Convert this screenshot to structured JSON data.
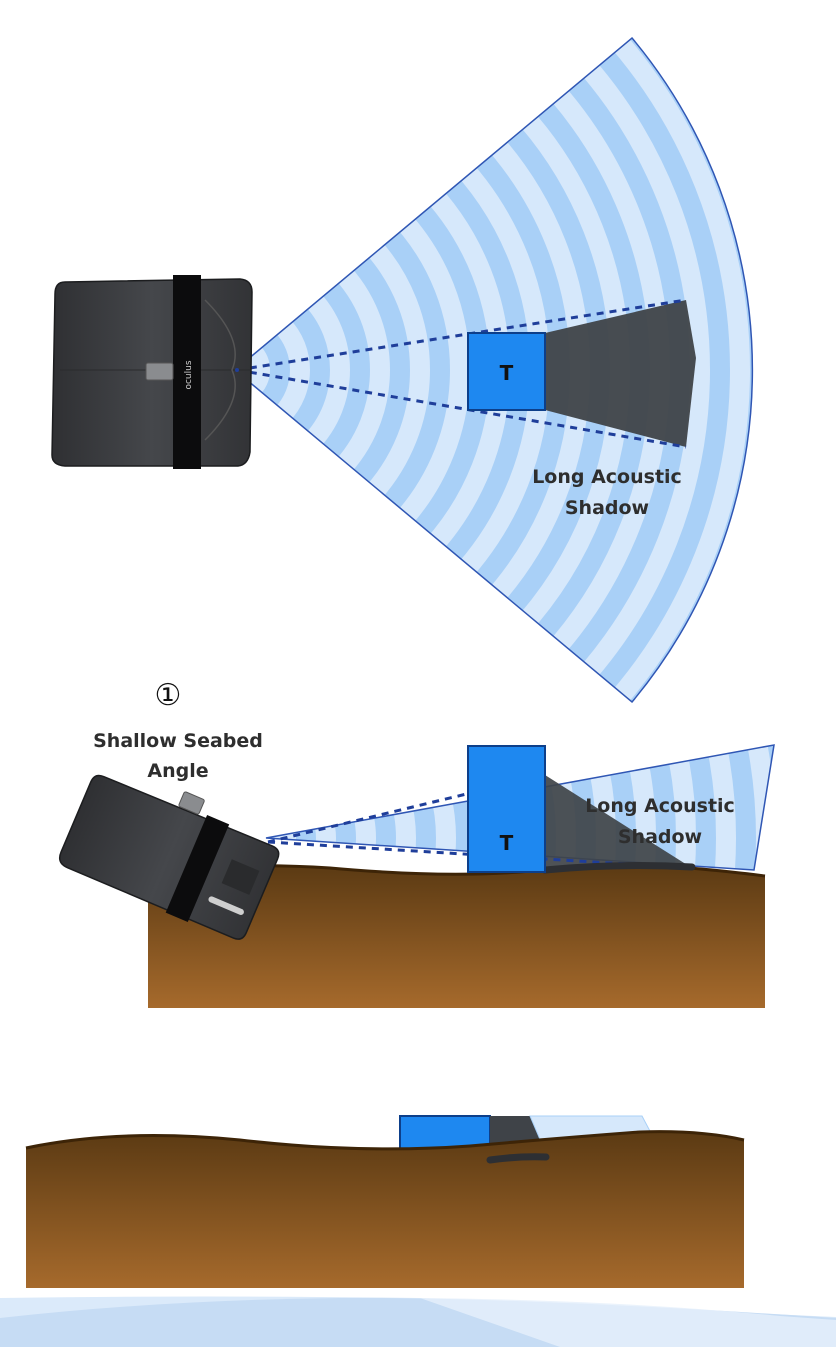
{
  "top": {
    "target_label": "T",
    "shadow_label_line1": "Long Acoustic",
    "shadow_label_line2": "Shadow",
    "brand_text": "oculus"
  },
  "middle": {
    "circle_number": "①",
    "title_line1": "Shallow Seabed",
    "title_line2": "Angle",
    "target_label": "T",
    "shadow_label_line1": "Long Acoustic",
    "shadow_label_line2": "Shadow"
  },
  "colors": {
    "beam_light": "#d6e8fb",
    "beam_mid": "#a9d0f7",
    "beam_edge": "#2f56b4",
    "target": "#1e88f0",
    "shadow": "#3f4348",
    "sonar_body": "#3a3b3e",
    "seabed_top": "#5b3a13",
    "seabed_bottom": "#a66a2c",
    "footer_wave": "#cfe3f6"
  }
}
